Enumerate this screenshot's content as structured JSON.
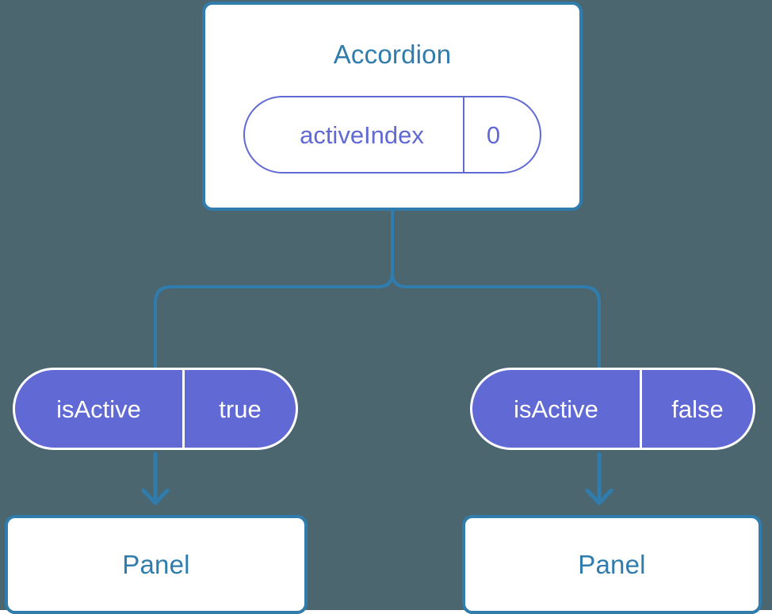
{
  "diagram": {
    "type": "component-tree",
    "background_color": "#4b666f",
    "accent_blue": "#2f7cad",
    "accent_purple": "#6069d4",
    "card_fill": "#ffffff"
  },
  "root": {
    "title": "Accordion",
    "state_pill": {
      "key": "activeIndex",
      "value": "0",
      "style": "outline"
    }
  },
  "branches": [
    {
      "prop_pill": {
        "key": "isActive",
        "value": "true",
        "style": "filled"
      },
      "panel": {
        "title": "Panel"
      },
      "arrow": "arrow-down-icon"
    },
    {
      "prop_pill": {
        "key": "isActive",
        "value": "false",
        "style": "filled"
      },
      "panel": {
        "title": "Panel"
      },
      "arrow": "arrow-down-icon"
    }
  ]
}
